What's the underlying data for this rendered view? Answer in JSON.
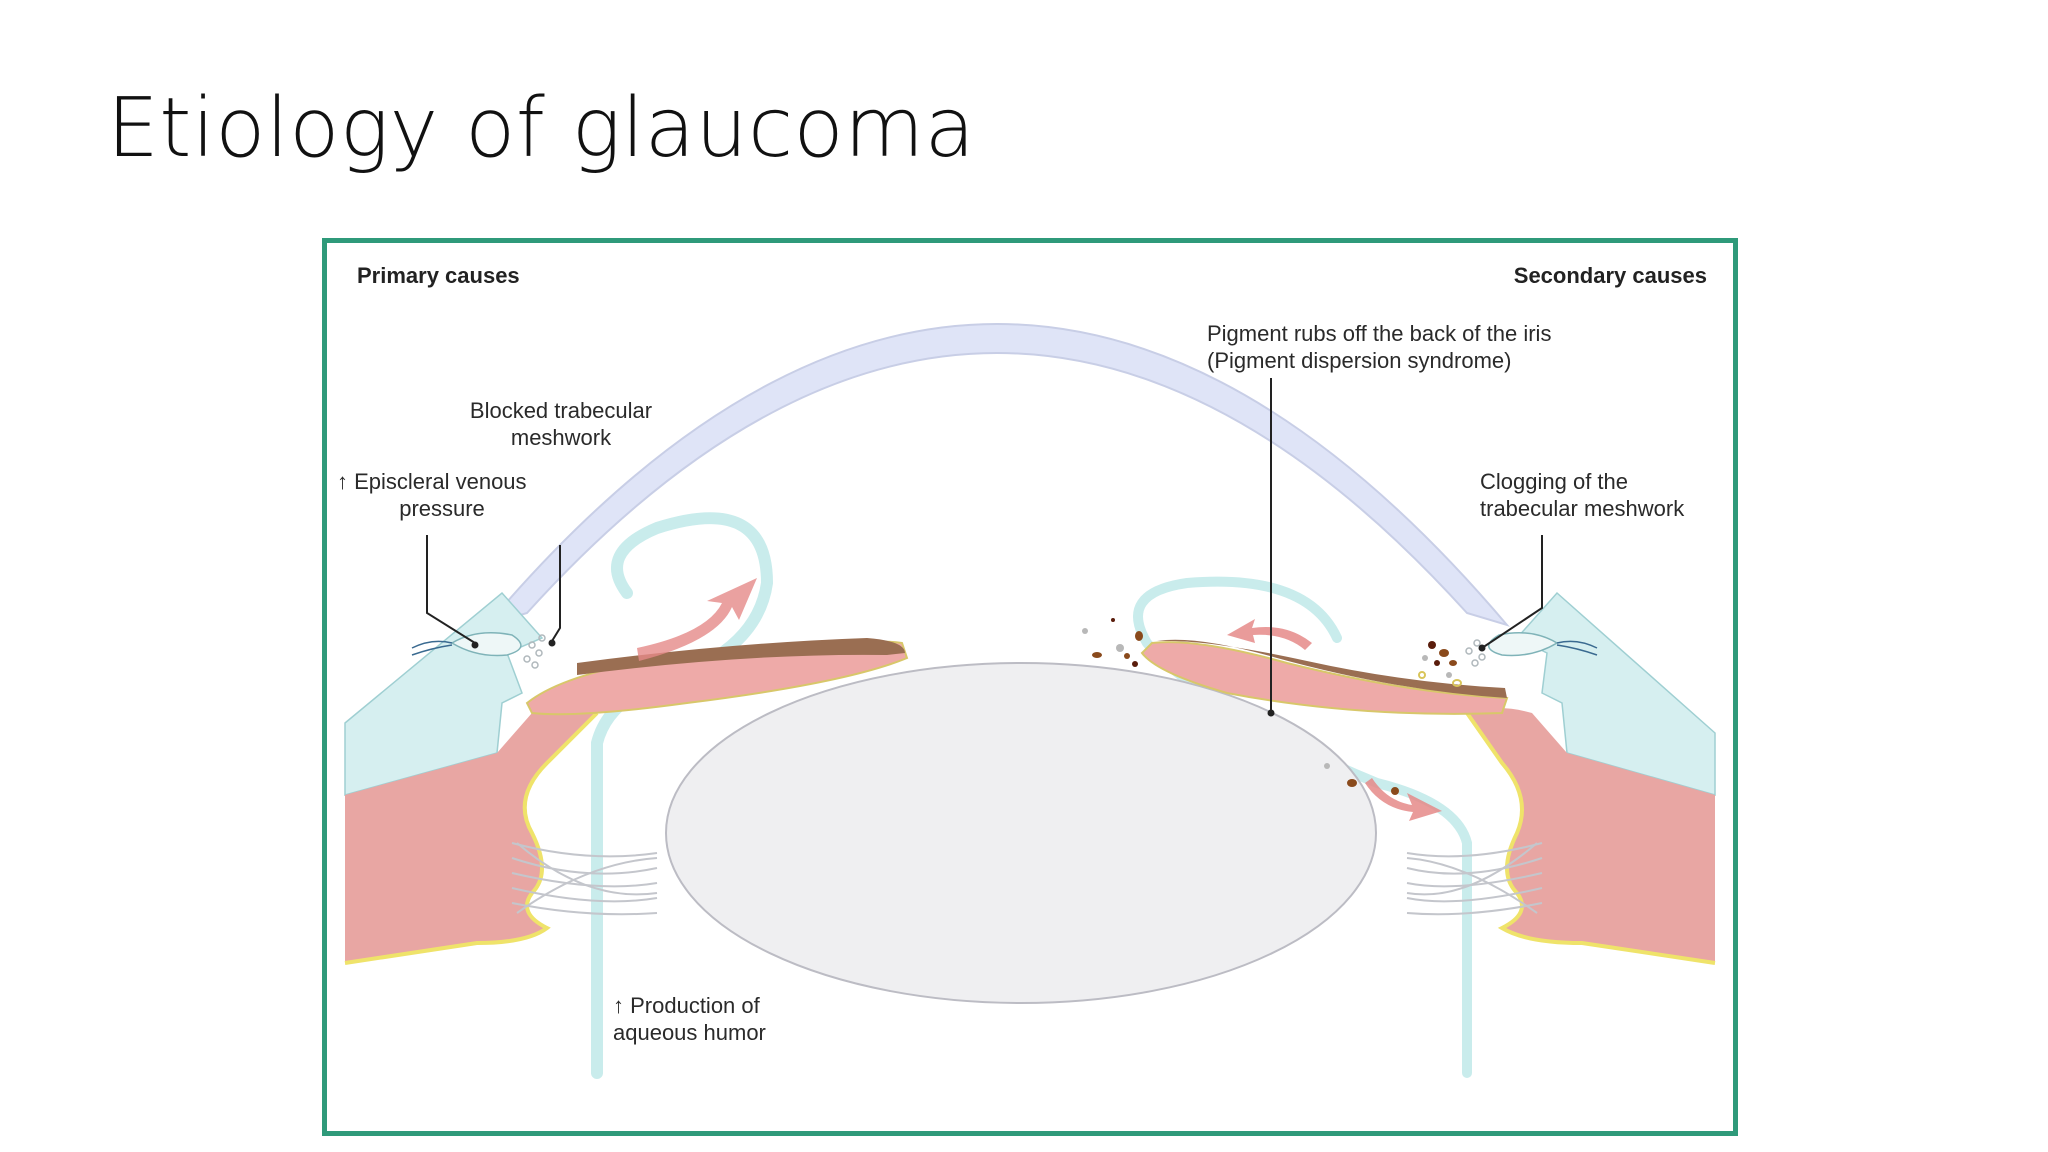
{
  "slide": {
    "title": "Etiology of glaucoma"
  },
  "figure": {
    "heading_left": "Primary causes",
    "heading_right": "Secondary causes",
    "labels": {
      "blocked_tm_line1": "Blocked trabecular",
      "blocked_tm_line2": "meshwork",
      "episcleral_line1": "↑ Episcleral venous",
      "episcleral_line2": "pressure",
      "production_line1": "↑ Production of",
      "production_line2": "aqueous humor",
      "pigment_line1": "Pigment rubs off the back of the iris",
      "pigment_line2": "(Pigment dispersion syndrome)",
      "clogging_line1": "Clogging of the",
      "clogging_line2": "trabecular meshwork"
    }
  },
  "colors": {
    "frame_border": "#2f9a7a",
    "cornea": "#dfe4f7",
    "sclera": "#d6eff0",
    "ciliary_body": "#e8a6a3",
    "iris": "#eeaaa8",
    "iris_pigment": "#9a6e52",
    "lens": "#efeff1",
    "zonule_line": "#cdd8d6",
    "aqueous_flow": "#c9ecec",
    "yellow_border": "#efe36a",
    "arrow": "#e58a88",
    "pigment_dark": "#5a1d0c",
    "pigment_brown": "#8a4a1c"
  }
}
